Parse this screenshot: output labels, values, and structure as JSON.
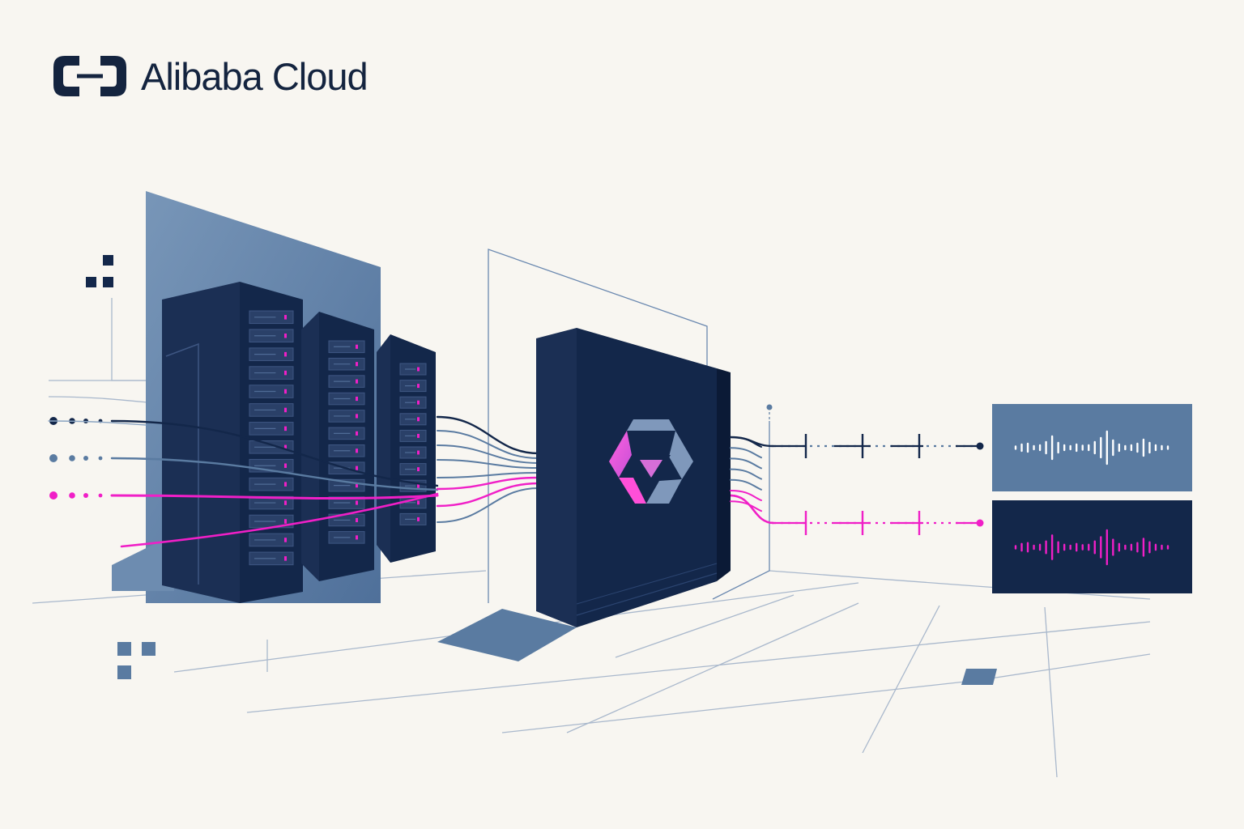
{
  "brand": {
    "name": "Alibaba Cloud"
  },
  "palette": {
    "background": "#f8f6f1",
    "navy": "#13274a",
    "navy_dark": "#0b1a36",
    "slate": "#5a7ba1",
    "slate_light": "#8aa4c2",
    "magenta": "#f01fc7",
    "grid_line": "#a9b8cc"
  },
  "diagram": {
    "input_streams": [
      {
        "name": "input-stream-navy",
        "color": "#13274a"
      },
      {
        "name": "input-stream-slate",
        "color": "#5a7ba1"
      },
      {
        "name": "input-stream-magenta",
        "color": "#f01fc7"
      }
    ],
    "server_racks": 3,
    "central_unit_icon": "qwen-logo-icon",
    "output_panels": [
      {
        "name": "output-waveform-panel-slate",
        "color": "#5a7ba1",
        "wave_color": "#ffffff"
      },
      {
        "name": "output-waveform-panel-navy",
        "color": "#13274a",
        "wave_color": "#f01fc7"
      }
    ]
  }
}
